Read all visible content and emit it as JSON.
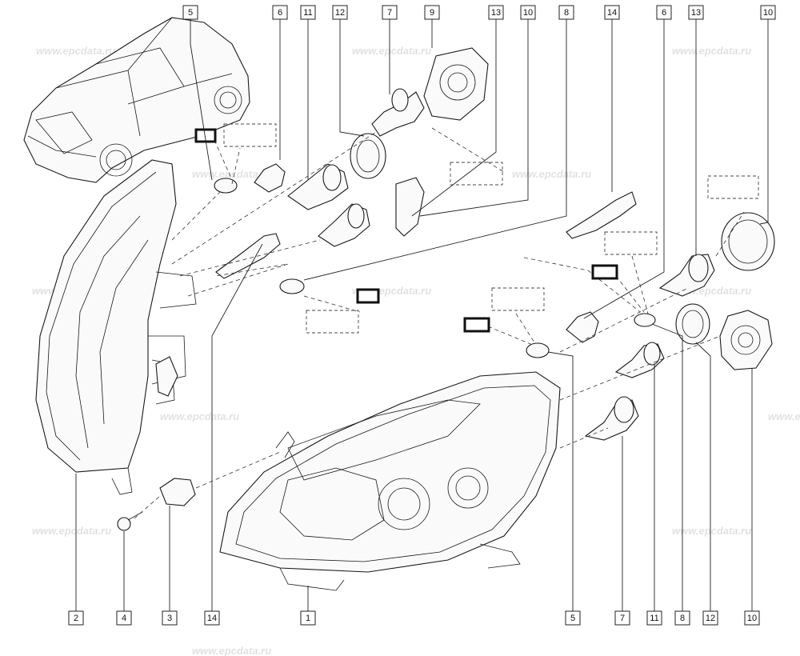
{
  "watermark": "www.epcdata.ru",
  "top_callouts": [
    "5",
    "6",
    "11",
    "12",
    "7",
    "9",
    "13",
    "10",
    "8",
    "14",
    "6",
    "13",
    "10"
  ],
  "bottom_callouts": [
    "2",
    "4",
    "3",
    "14",
    "1",
    "5",
    "7",
    "11",
    "8",
    "12",
    "10"
  ],
  "colors": {
    "line": "#1a1a1a",
    "watermark": "#e2e2e2",
    "background": "#ffffff"
  }
}
